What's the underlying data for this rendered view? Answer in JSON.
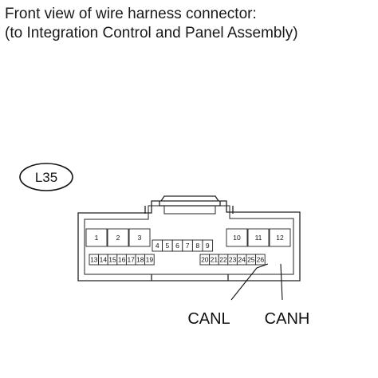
{
  "caption": {
    "line1": "Front view of wire harness connector:",
    "line2": "(to Integration Control and Panel Assembly)"
  },
  "connector": {
    "id": "L35",
    "large_pins": [
      "1",
      "2",
      "3",
      "10",
      "11",
      "12"
    ],
    "middle_pins": [
      "4",
      "5",
      "6",
      "7",
      "8",
      "9"
    ],
    "small_pins": [
      "13",
      "14",
      "15",
      "16",
      "17",
      "18",
      "19",
      "20",
      "21",
      "22",
      "23",
      "24",
      "25",
      "26"
    ]
  },
  "callouts": {
    "canl": "CANL",
    "canh": "CANH"
  }
}
